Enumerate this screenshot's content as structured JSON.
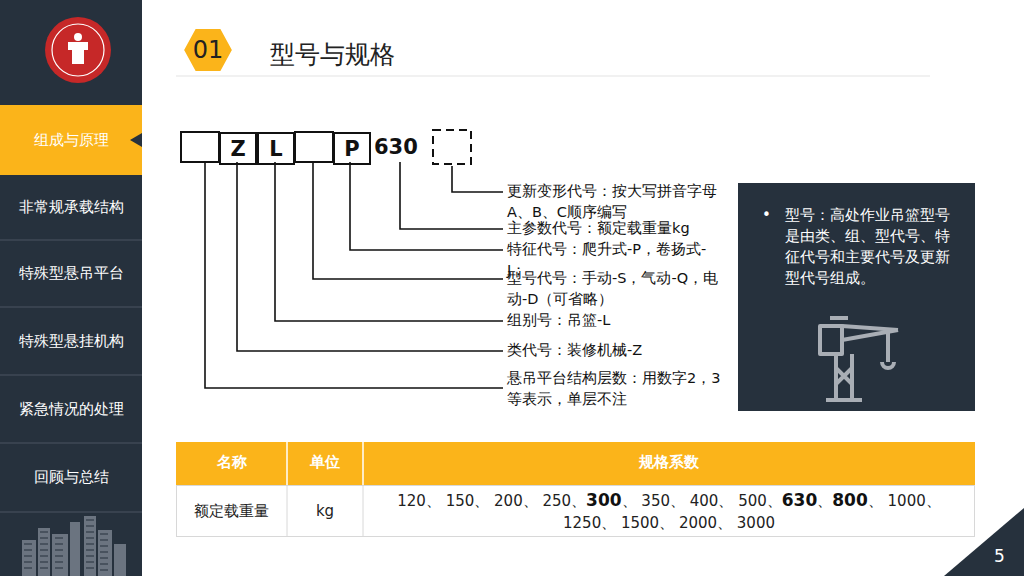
{
  "diagram": {
    "title": "型号与规格",
    "nodes": [
      {
        "text": [
          "01"
        ]
      },
      {
        "text": [
          "组成与原理"
        ]
      },
      {
        "text": [
          "非常规承载结构"
        ]
      },
      {
        "text": [
          "特殊型悬吊平台"
        ]
      },
      {
        "text": [
          "特殊型悬挂机构"
        ]
      },
      {
        "text": [
          "紧急情况的处理"
        ]
      },
      {
        "text": [
          "回顾与总结"
        ]
      },
      {
        "text": [
          "Z"
        ]
      },
      {
        "text": [
          "L"
        ]
      },
      {
        "text": [
          "P"
        ]
      },
      {
        "text": [
          "•",
          "型号：高处作业吊篮型号是由类、组、型代号、特征代号和主要代号及更新型代号组成。"
        ]
      },
      {
        "text": [
          "5"
        ]
      }
    ],
    "labels": [
      "630",
      "更新变形代号：按大写拼音字母A、B、C顺序编写",
      "主参数代号：额定载重量kg",
      "特征代号：爬升式-P，卷扬式-J；",
      "型号代号：手动-S，气动-Q，电动-D（可省略）",
      "组别号：吊篮-L",
      "类代号：装修机械-Z",
      "悬吊平台结构层数：用数字2，3等表示，单层不注",
      "名称",
      "单位",
      "规格系数",
      "额定载重量",
      "kg",
      "120、 150、 200、 250、",
      "300",
      "、 350、 400、 500、",
      "630",
      "、",
      "800",
      "、 1000、 1250、 1500、 2000、 3000"
    ]
  }
}
